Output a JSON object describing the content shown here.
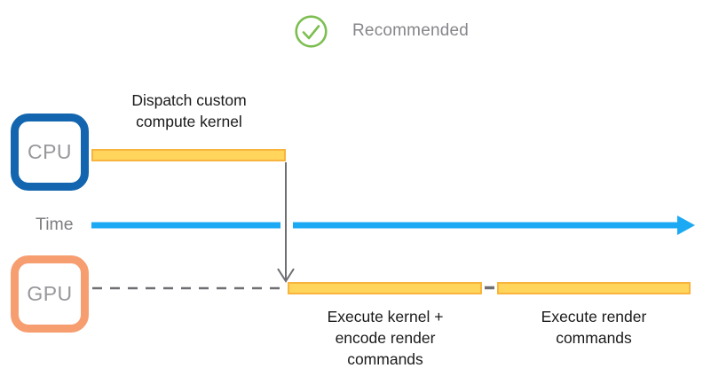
{
  "recommendation": {
    "label": "Recommended",
    "icon": "checkmark-circle-icon"
  },
  "time_axis": {
    "label": "Time"
  },
  "rows": {
    "cpu": {
      "label": "CPU"
    },
    "gpu": {
      "label": "GPU"
    }
  },
  "tasks": {
    "cpu_dispatch": {
      "lines": [
        "Dispatch custom",
        "compute kernel"
      ]
    },
    "gpu_execute_kernel": {
      "lines": [
        "Execute kernel +",
        "encode render",
        "commands"
      ]
    },
    "gpu_execute_render": {
      "lines": [
        "Execute render",
        "commands"
      ]
    }
  },
  "colors": {
    "cpu_box_border": "#1265AE",
    "gpu_box_border": "#F79E70",
    "task_bar_fill": "#FFD55C",
    "task_bar_border": "#F8B43D",
    "time_arrow_blue": "#1CA9F4",
    "connector_gray": "#6E6E73",
    "check_green": "#7CBE50",
    "muted_text_gray": "#86868B",
    "chip_text_gray": "#98989D"
  }
}
